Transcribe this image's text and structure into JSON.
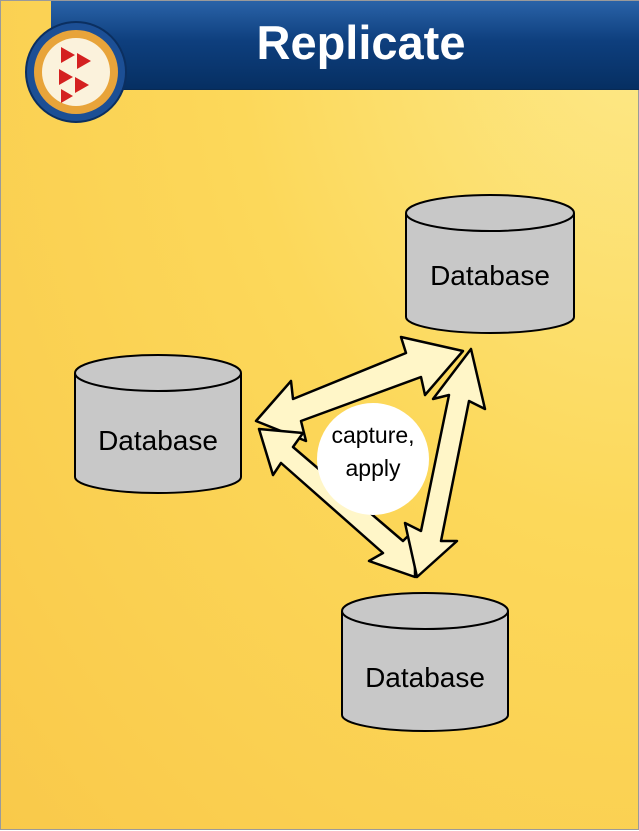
{
  "header": {
    "title": "Replicate"
  },
  "logo": {
    "icon": "replicate-logo-icon"
  },
  "diagram": {
    "nodes": [
      {
        "label": "Database"
      },
      {
        "label": "Database"
      },
      {
        "label": "Database"
      }
    ],
    "center": {
      "line1": "capture,",
      "line2": "apply"
    }
  },
  "colors": {
    "header_blue": "#0e3f7e",
    "background_yellow": "#fcd85a",
    "cylinder_gray": "#c8c8c8",
    "arrow_fill": "#fff6c8"
  }
}
